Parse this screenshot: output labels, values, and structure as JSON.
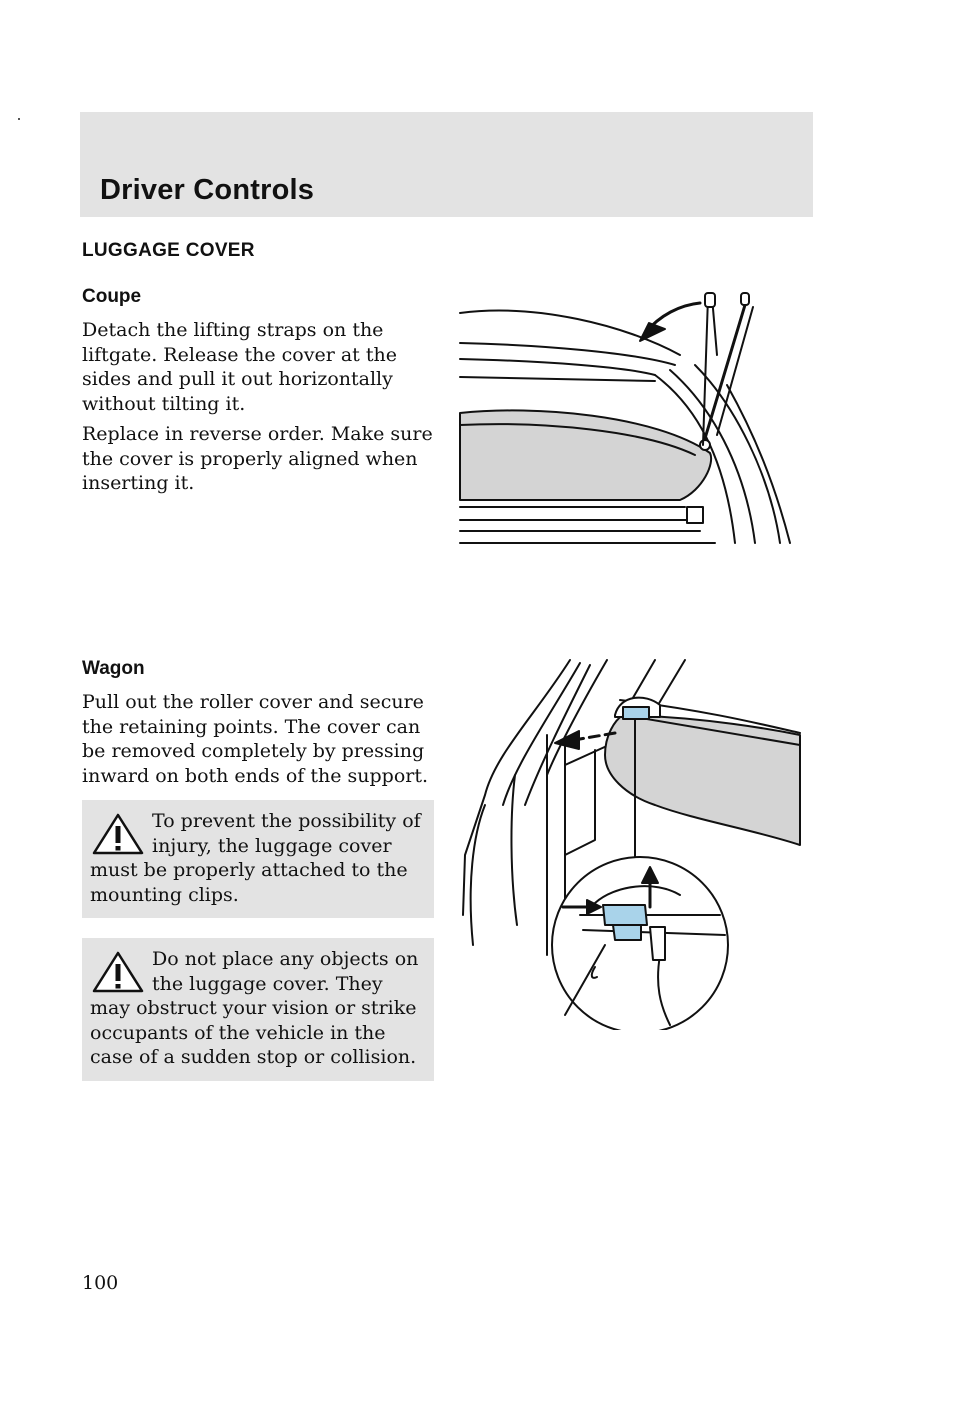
{
  "header": {
    "title": "Driver Controls"
  },
  "section": {
    "title": "LUGGAGE COVER"
  },
  "coupe": {
    "title": "Coupe",
    "para1": "Detach the lifting straps on the liftgate. Release the cover at the sides and pull it out horizontally without tilting it.",
    "para2": "Replace in reverse order. Make sure the cover is properly aligned when inserting it."
  },
  "wagon": {
    "title": "Wagon",
    "para1": "Pull out the roller cover and secure the retaining points. The cover can be removed completely by pressing inward on both ends of the support."
  },
  "warnings": [
    {
      "text": "To prevent the possibility of injury, the luggage cover must be properly attached to the mounting clips.",
      "icon": "warning-triangle-icon"
    },
    {
      "text": "Do not place any objects on the luggage cover. They may obstruct your vision or strike occupants of the vehicle in the case of a sudden stop or collision.",
      "icon": "warning-triangle-icon"
    }
  ],
  "colors": {
    "header_band": "#e3e3e3",
    "cover_fill": "#d4d4d4",
    "clip_highlight": "#a9d3ea"
  },
  "page": {
    "number": "100"
  }
}
